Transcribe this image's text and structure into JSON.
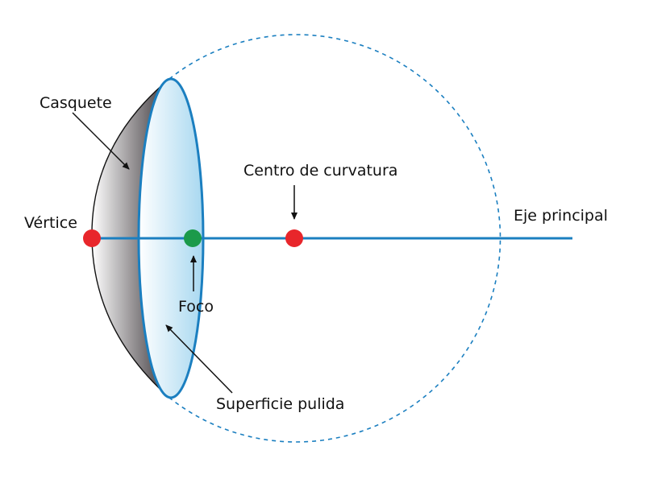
{
  "labels": {
    "casquete": "Casquete",
    "centro": "Centro de curvatura",
    "vertice": "Vértice",
    "eje": "Eje principal",
    "foco": "Foco",
    "superficie": "Superficie pulida"
  },
  "colors": {
    "axis": "#1b7fc0",
    "sphere_outline": "#1b7fc0",
    "lens_fill_light": "#ffffff",
    "lens_fill_dark": "#a8d8f0",
    "cap_fill_light": "#ffffff",
    "cap_fill_dark": "#3a3438",
    "point_red": "#e8262b",
    "point_green": "#1b9a4a",
    "arrow": "#111111"
  },
  "icons": {
    "vertex": "red-dot",
    "center": "red-dot",
    "focus": "green-dot"
  }
}
